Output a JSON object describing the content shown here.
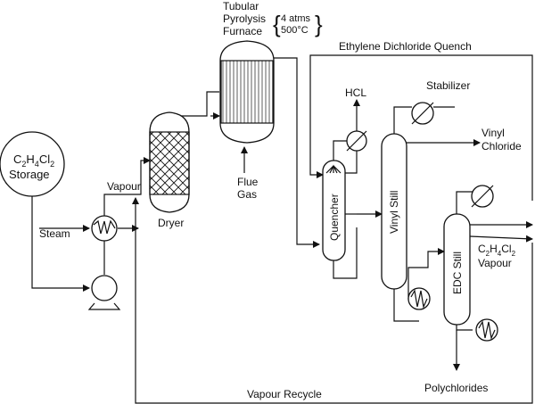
{
  "labels": {
    "storage_line1": "C",
    "storage_sub1": "2",
    "storage_h": "H",
    "storage_sub2": "4",
    "storage_cl": "Cl",
    "storage_sub3": "2",
    "storage_line2": "Storage",
    "steam": "Steam",
    "vapour": "Vapour",
    "dryer": "Dryer",
    "furnace_line1": "Tubular",
    "furnace_line2": "Pyrolysis",
    "furnace_line3": "Furnace",
    "furnace_cond1": "4 atms",
    "furnace_cond2": "500°C",
    "flue_gas_line1": "Flue",
    "flue_gas_line2": "Gas",
    "quench_line": "Ethylene Dichloride Quench",
    "hcl": "HCL",
    "stabilizer": "Stabilizer",
    "vinyl_chloride_line1": "Vinyl",
    "vinyl_chloride_line2": "Chloride",
    "quencher": "Quencher",
    "vinyl_still": "Vinyl Still",
    "edc_still": "EDC Still",
    "edc_vapour_c": "C",
    "edc_vapour_sub1": "2",
    "edc_vapour_h": "H",
    "edc_vapour_sub2": "4",
    "edc_vapour_cl": "Cl",
    "edc_vapour_sub3": "2",
    "edc_vapour_line2": "Vapour",
    "polychlorides": "Polychlorides",
    "vapour_recycle": "Vapour Recycle"
  }
}
